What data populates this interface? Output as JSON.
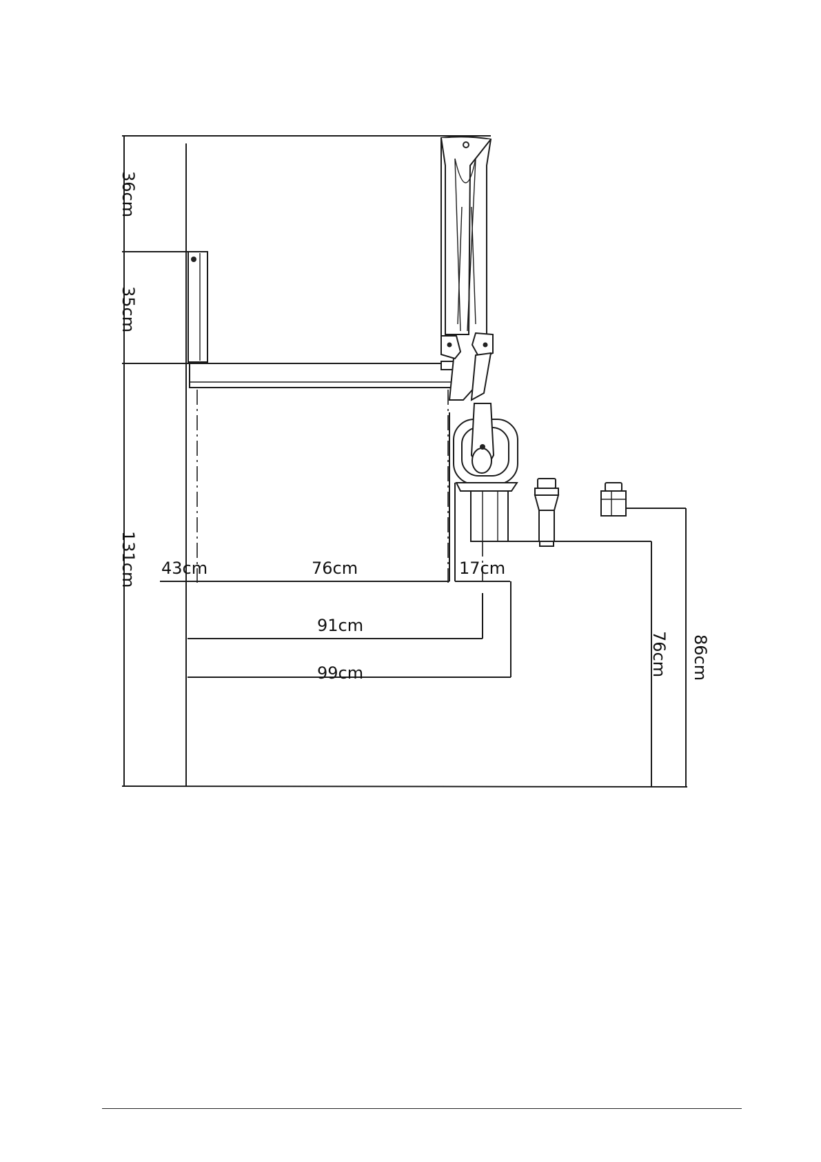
{
  "diagram": {
    "dimensions": {
      "top_gap": "36cm",
      "wall_unit_height": "35cm",
      "total_height": "131cm",
      "left_offset": "43cm",
      "arm_span": "76cm",
      "head_offset": "17cm",
      "reach_short": "91cm",
      "reach_long": "99cm",
      "table_height_low": "76cm",
      "table_height_high": "86cm"
    }
  }
}
